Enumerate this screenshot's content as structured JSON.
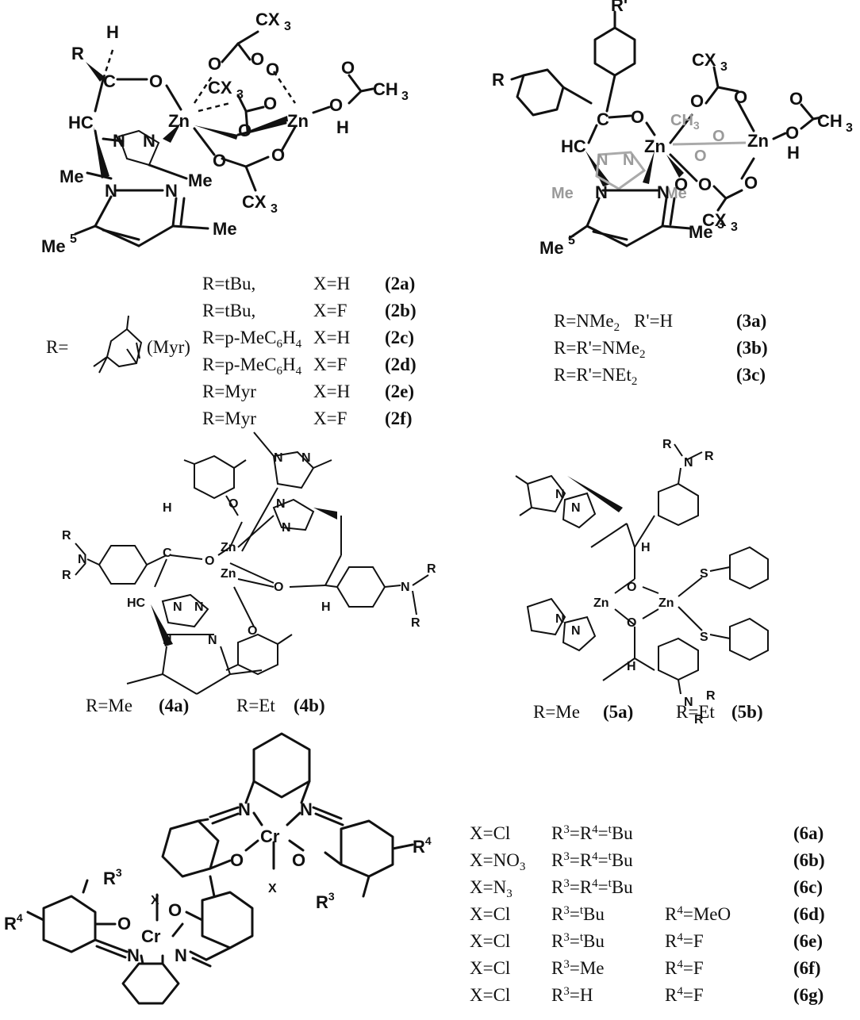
{
  "compound2": {
    "atoms": {
      "R": "R",
      "H": "H",
      "C": "C",
      "O": "O",
      "Zn1": "Zn",
      "Zn2": "Zn",
      "HC": "HC",
      "N": "N",
      "Me": "Me",
      "Me5": "Me",
      "sup5": "5",
      "CX3": "CX",
      "sub3": "3",
      "CH3": "CH",
      "OH_H": "H"
    },
    "myr_label": "R=",
    "myr_name": "(Myr)",
    "rows": [
      {
        "r": "R=tBu,",
        "x": "X=H",
        "id": "2a"
      },
      {
        "r": "R=tBu,",
        "x": "X=F",
        "id": "2b"
      },
      {
        "r": "R=p-MeC",
        "r_sub": "6",
        "r_tail": "H",
        "r_sub2": "4",
        "x": "X=H",
        "id": "2c"
      },
      {
        "r": "R=p-MeC",
        "r_sub": "6",
        "r_tail": "H",
        "r_sub2": "4",
        "x": "X=F",
        "id": "2d"
      },
      {
        "r": "R=Myr",
        "x": "X=H",
        "id": "2e"
      },
      {
        "r": "R=Myr",
        "x": "X=F",
        "id": "2f"
      }
    ]
  },
  "compound3": {
    "atoms": {
      "R": "R",
      "Rp": "R'",
      "Me3": "Me",
      "sup3": "3"
    },
    "rows": [
      {
        "text": "R=NMe",
        "sub": "2",
        "tail": "R'=H",
        "id": "3a"
      },
      {
        "text": "R=R'=NMe",
        "sub": "2",
        "tail": "",
        "id": "3b"
      },
      {
        "text": "R=R'=NEt",
        "sub": "2",
        "tail": "",
        "id": "3c"
      }
    ]
  },
  "compound4": {
    "rows": [
      {
        "text": "R=Me",
        "id": "4a"
      },
      {
        "text": "R=Et",
        "id": "4b"
      }
    ]
  },
  "compound5": {
    "atoms": {
      "S": "S"
    },
    "rows": [
      {
        "text": "R=Me",
        "id": "5a"
      },
      {
        "text": "R=Et",
        "id": "5b"
      }
    ]
  },
  "compound6": {
    "atoms": {
      "Cr": "Cr",
      "X": "X",
      "N": "N",
      "O": "O",
      "R3": "R",
      "R4": "R",
      "s3": "3",
      "s4": "4"
    },
    "rows": [
      {
        "x": "X=Cl",
        "x_sub": "",
        "r3": "R",
        "r3_sup": "3",
        "r3_mid": "=R",
        "r4_sup": "4",
        "r3_tail": "=",
        "t": "t",
        "bu": "Bu",
        "r4": "",
        "id": "6a"
      },
      {
        "x": "X=NO",
        "x_sub": "3",
        "r3": "R",
        "r3_sup": "3",
        "r3_mid": "=R",
        "r4_sup": "4",
        "r3_tail": "=",
        "t": "t",
        "bu": "Bu",
        "r4": "",
        "id": "6b"
      },
      {
        "x": "X=N",
        "x_sub": "3",
        "r3": "R",
        "r3_sup": "3",
        "r3_mid": "=R",
        "r4_sup": "4",
        "r3_tail": "=",
        "t": "t",
        "bu": "Bu",
        "r4": "",
        "id": "6c"
      },
      {
        "x": "X=Cl",
        "x_sub": "",
        "r3": "R",
        "r3_sup": "3",
        "r3_mid": "",
        "r4_sup": "",
        "r3_tail": "=",
        "t": "t",
        "bu": "Bu",
        "r4": "R",
        "r4s": "4",
        "r4v": "=MeO",
        "id": "6d"
      },
      {
        "x": "X=Cl",
        "x_sub": "",
        "r3": "R",
        "r3_sup": "3",
        "r3_mid": "",
        "r4_sup": "",
        "r3_tail": "=",
        "t": "t",
        "bu": "Bu",
        "r4": "R",
        "r4s": "4",
        "r4v": "=F",
        "id": "6e"
      },
      {
        "x": "X=Cl",
        "x_sub": "",
        "r3": "R",
        "r3_sup": "3",
        "r3_mid": "",
        "r4_sup": "",
        "r3_tail": "=Me",
        "t": "",
        "bu": "",
        "r4": "R",
        "r4s": "4",
        "r4v": "=F",
        "id": "6f"
      },
      {
        "x": "X=Cl",
        "x_sub": "",
        "r3": "R",
        "r3_sup": "3",
        "r3_mid": "",
        "r4_sup": "",
        "r3_tail": "=H",
        "t": "",
        "bu": "",
        "r4": "R",
        "r4s": "4",
        "r4v": "=F",
        "id": "6g"
      }
    ]
  }
}
